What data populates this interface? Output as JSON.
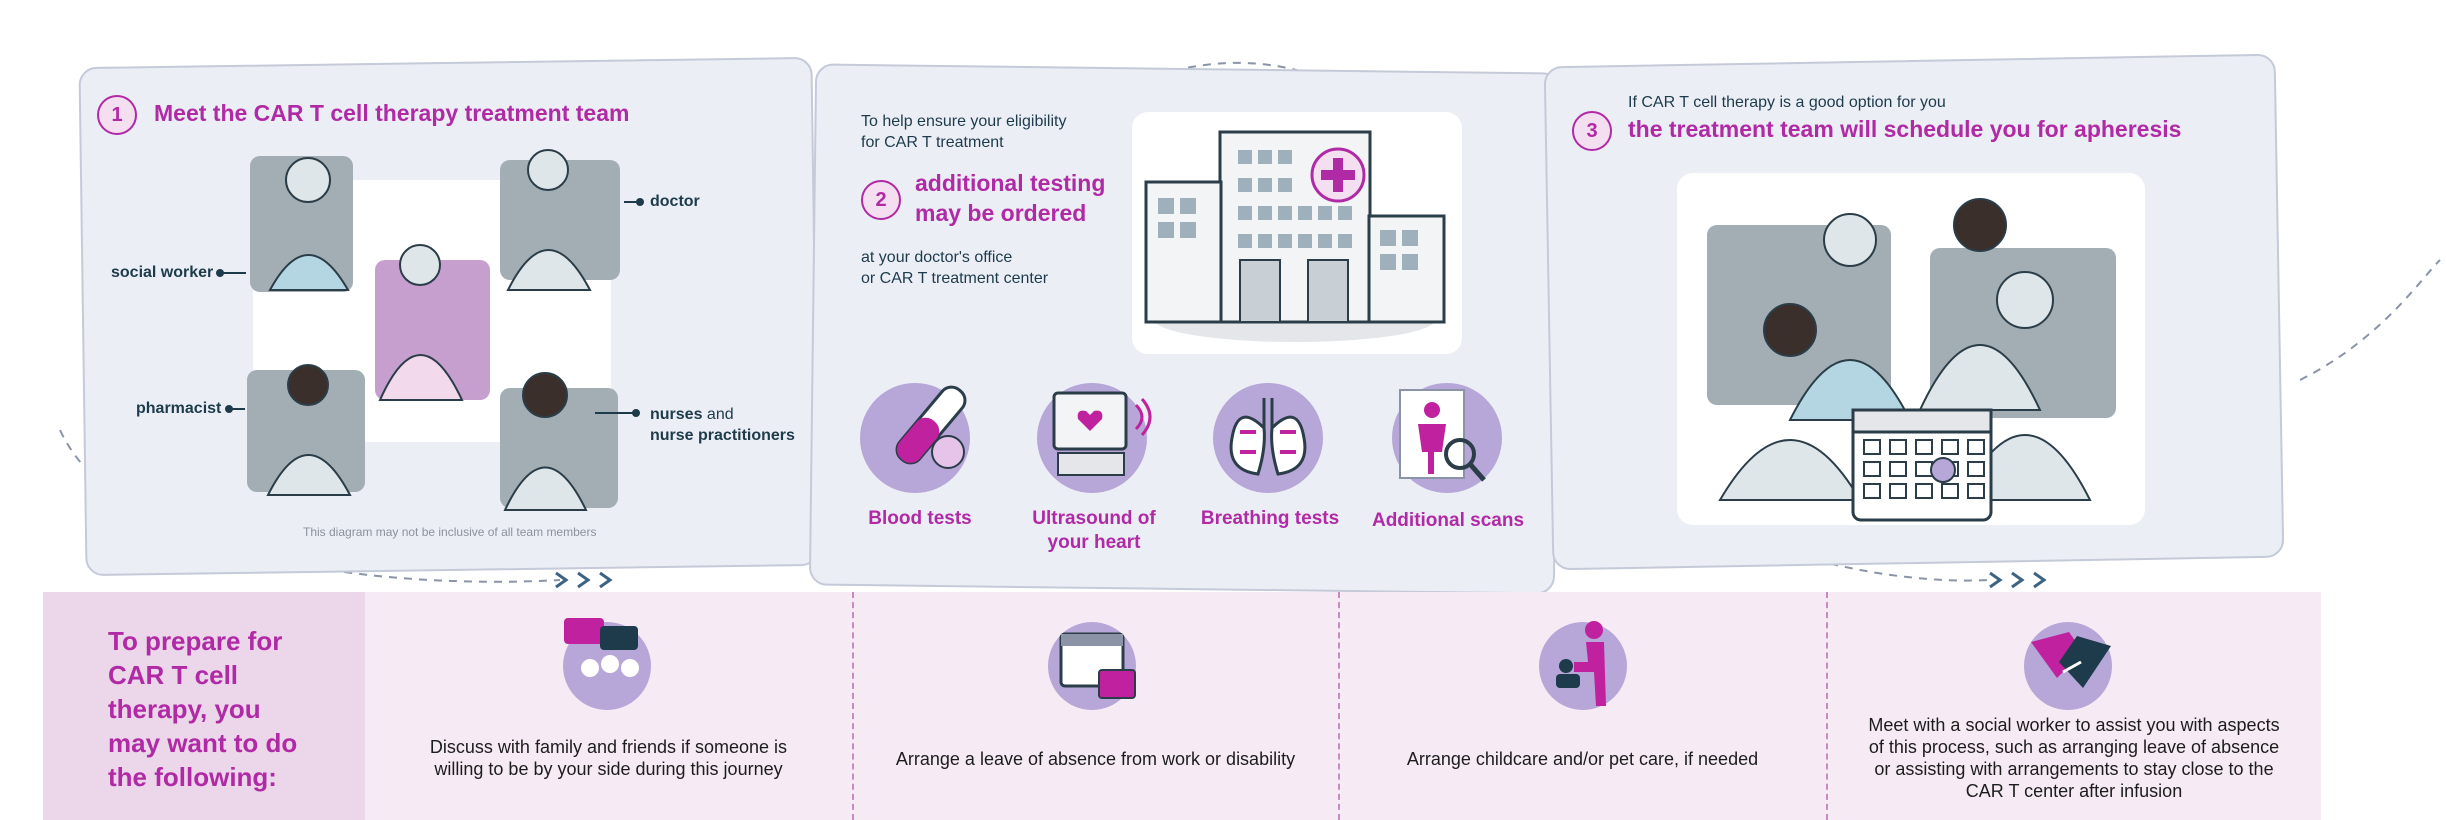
{
  "step1": {
    "number": "1",
    "title": "Meet the CAR T cell therapy treatment team",
    "roles": {
      "doctor": "doctor",
      "social_worker": "social worker",
      "pharmacist": "pharmacist",
      "nurses_strong": "nurses",
      "nurses_and": "and",
      "nurse_practitioners": "nurse practitioners"
    },
    "footnote": "This diagram may not be inclusive of all team members"
  },
  "step2": {
    "number": "2",
    "intro_line1": "To help ensure your eligibility",
    "intro_line2": "for CAR T treatment",
    "title_line1": "additional testing",
    "title_line2": "may be ordered",
    "location_line1": "at your doctor's office",
    "location_line2": "or CAR T treatment center",
    "tests": [
      {
        "label_line1": "Blood tests",
        "label_line2": "",
        "icon": "blood-test-tube-icon"
      },
      {
        "label_line1": "Ultrasound of",
        "label_line2": "your heart",
        "icon": "ultrasound-monitor-icon"
      },
      {
        "label_line1": "Breathing tests",
        "label_line2": "",
        "icon": "lungs-icon"
      },
      {
        "label_line1": "Additional scans",
        "label_line2": "",
        "icon": "scan-report-icon"
      }
    ]
  },
  "step3": {
    "number": "3",
    "intro": "If CAR T cell therapy is a good option for you",
    "title": "the treatment team will schedule you for apheresis"
  },
  "prepare": {
    "heading_line1": "To prepare for",
    "heading_line2": "CAR T cell",
    "heading_line3": "therapy, you",
    "heading_line4": "may want to do",
    "heading_line5": "the following:",
    "items": [
      {
        "line1": "Discuss with family and friends if someone is",
        "line2": "willing to be by your side during this journey",
        "line3": "",
        "line4": "",
        "icon": "chat-people-icon"
      },
      {
        "line1": "Arrange a leave of absence from work or disability",
        "line2": "",
        "line3": "",
        "line4": "",
        "icon": "calendar-briefcase-icon"
      },
      {
        "line1": "Arrange childcare and/or pet care, if needed",
        "line2": "",
        "line3": "",
        "line4": "",
        "icon": "childcare-icon"
      },
      {
        "line1": "Meet with a social worker to assist you with aspects",
        "line2": "of this process, such as arranging leave of absence",
        "line3": "or assisting with arrangements to stay close to the",
        "line4": "CAR T center after infusion",
        "icon": "handshake-icon"
      }
    ]
  },
  "colors": {
    "magenta": "#b02aa6",
    "navy": "#1d3b4a",
    "card": "#eceef6",
    "lavender": "#b7a7d8",
    "strip": "#f6eaf4"
  }
}
